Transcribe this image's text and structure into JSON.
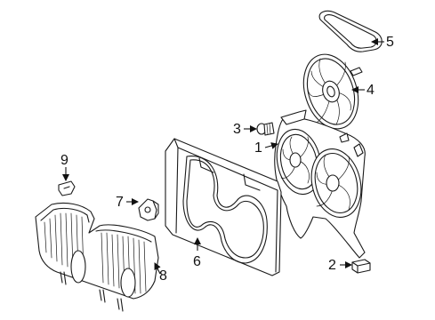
{
  "callouts": [
    {
      "id": "1",
      "text": "1"
    },
    {
      "id": "2",
      "text": "2"
    },
    {
      "id": "3",
      "text": "3"
    },
    {
      "id": "4",
      "text": "4"
    },
    {
      "id": "5",
      "text": "5"
    },
    {
      "id": "6",
      "text": "6"
    },
    {
      "id": "7",
      "text": "7"
    },
    {
      "id": "8",
      "text": "8"
    },
    {
      "id": "9",
      "text": "9"
    }
  ],
  "colors": {
    "line": "#1a1a1a",
    "background": "#ffffff"
  }
}
